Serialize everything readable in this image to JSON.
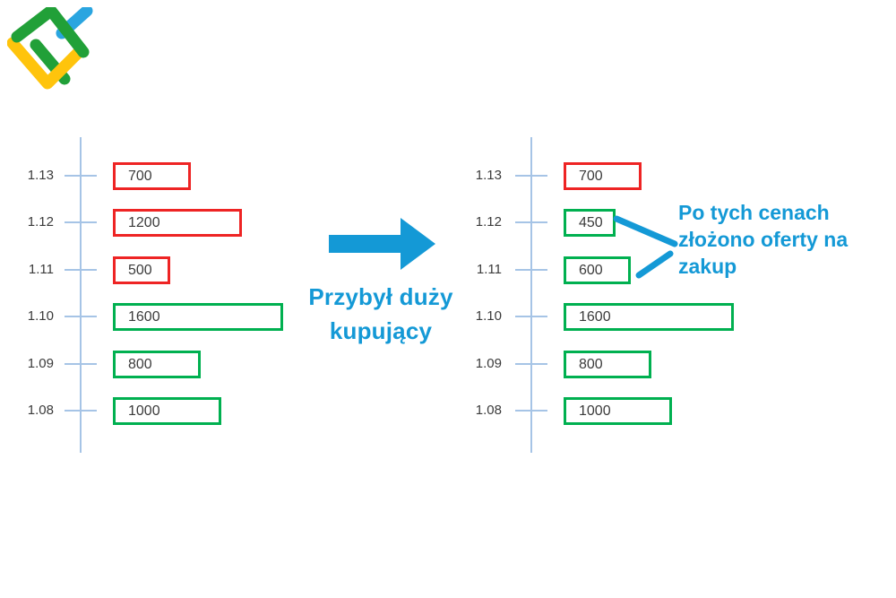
{
  "logo": {
    "name": "liteforex-logo",
    "colors": {
      "green": "#21a038",
      "yellow": "#ffc40c",
      "blue": "#2aa5e0"
    }
  },
  "colors": {
    "red": "#ee2424",
    "green": "#00b050",
    "accent_blue": "#1499d6",
    "axis": "#a6c4e6",
    "text": "#3b3b3b",
    "background": "#ffffff"
  },
  "center_label": {
    "line1": "Przybył duży",
    "line2": "kupujący"
  },
  "annotation": {
    "line1": "Po tych cenach",
    "line2": "złożono oferty na",
    "line3": "zakup"
  },
  "chart_data": [
    {
      "id": "order-book-before",
      "type": "bar",
      "orientation": "horizontal",
      "categories": [
        "1.13",
        "1.12",
        "1.11",
        "1.10",
        "1.09",
        "1.08"
      ],
      "values": [
        700,
        1200,
        500,
        1600,
        800,
        1000
      ],
      "bar_colors": [
        "red",
        "red",
        "red",
        "green",
        "green",
        "green"
      ],
      "grid": false,
      "legend": false
    },
    {
      "id": "order-book-after",
      "type": "bar",
      "orientation": "horizontal",
      "categories": [
        "1.13",
        "1.12",
        "1.11",
        "1.10",
        "1.09",
        "1.08"
      ],
      "values": [
        700,
        450,
        600,
        1600,
        800,
        1000
      ],
      "bar_colors": [
        "red",
        "green",
        "green",
        "green",
        "green",
        "green"
      ],
      "grid": false,
      "legend": false
    }
  ]
}
